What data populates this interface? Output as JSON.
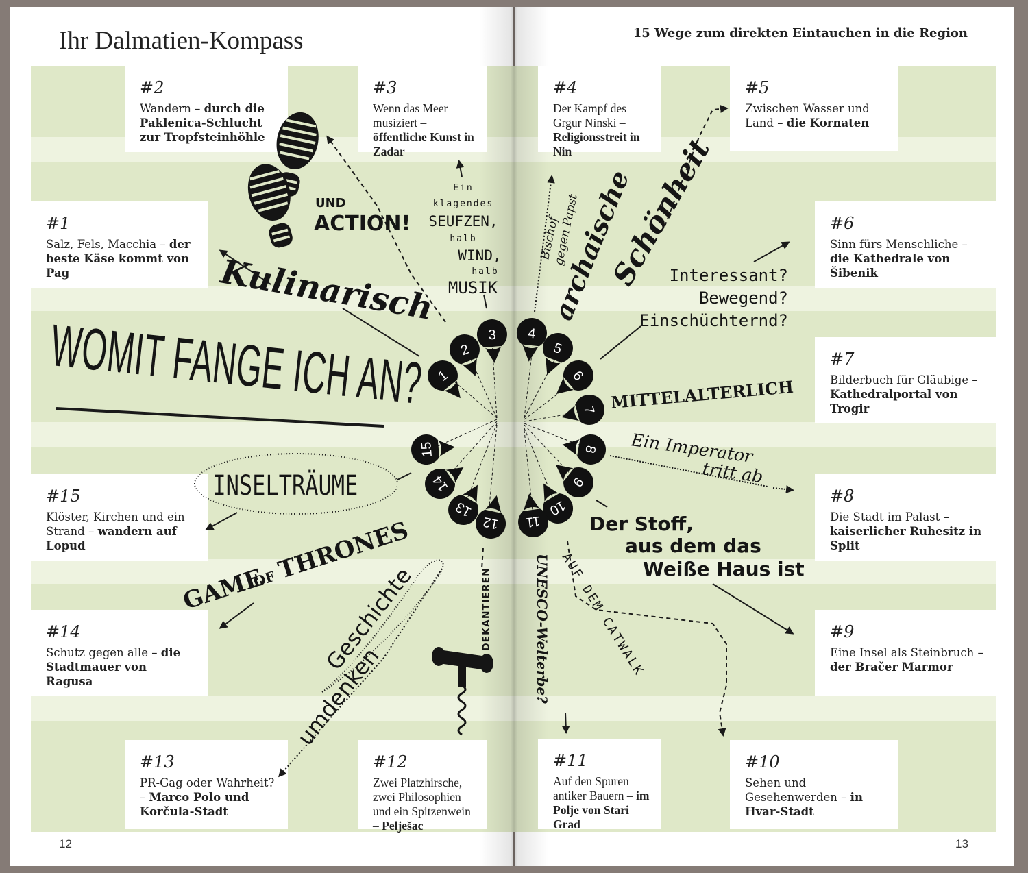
{
  "header": {
    "title": "Ihr Dalmatien-Kompass",
    "subtitle": "15 Wege zum direkten Eintauchen in die Region"
  },
  "page_numbers": {
    "left": "12",
    "right": "13"
  },
  "cards": [
    {
      "id": "1",
      "num": "#1",
      "plain": "Salz, Fels, Macchia –",
      "bold": "der beste Käse kommt von Pag"
    },
    {
      "id": "2",
      "num": "#2",
      "plain": "Wandern –",
      "bold": "durch die Paklenica-Schlucht zur Tropfsteinhöhle"
    },
    {
      "id": "3",
      "num": "#3",
      "plain": "Wenn das Meer musiziert –",
      "bold": "öffentliche Kunst in Zadar"
    },
    {
      "id": "4",
      "num": "#4",
      "plain": "Der Kampf des Grgur Ninski –",
      "bold": "Religionsstreit in Nin"
    },
    {
      "id": "5",
      "num": "#5",
      "plain": "Zwischen Wasser und Land –",
      "bold": "die Kornaten"
    },
    {
      "id": "6",
      "num": "#6",
      "plain": "Sinn fürs Menschliche –",
      "bold": "die Kathedrale von Šibenik"
    },
    {
      "id": "7",
      "num": "#7",
      "plain": "Bilderbuch für Gläubige –",
      "bold": "Kathedralportal von Trogir"
    },
    {
      "id": "8",
      "num": "#8",
      "plain": "Die Stadt im Palast –",
      "bold": "kaiserlicher Ruhesitz in Split"
    },
    {
      "id": "9",
      "num": "#9",
      "plain": "Eine Insel als Steinbruch –",
      "bold": "der Bračer Marmor"
    },
    {
      "id": "10",
      "num": "#10",
      "plain": "Sehen und Gesehenwerden –",
      "bold": "in Hvar-Stadt"
    },
    {
      "id": "11",
      "num": "#11",
      "plain": "Auf den Spuren antiker Bauern –",
      "bold": "im Polje von Stari Grad"
    },
    {
      "id": "12",
      "num": "#12",
      "plain": "Zwei Platzhirsche, zwei Philosophien und ein Spitzenwein –",
      "bold": "Pelješac"
    },
    {
      "id": "13",
      "num": "#13",
      "plain": "PR-Gag oder Wahrheit? –",
      "bold": "Marco Polo und Korčula-Stadt"
    },
    {
      "id": "14",
      "num": "#14",
      "plain": "Schutz gegen alle –",
      "bold": "die Stadtmauer von Ragusa"
    },
    {
      "id": "15",
      "num": "#15",
      "plain": "Klöster, Kirchen und ein Strand –",
      "bold": "wandern auf Lopud"
    }
  ],
  "headline": "WOMIT FANGE ICH AN?",
  "labels": {
    "kulinarisch": "Kulinarisch",
    "und": "UND",
    "action": "ACTION!",
    "ein": "Ein",
    "klagendes": "klagendes",
    "seufzen": "SEUFZEN,",
    "halb1": "halb",
    "wind": "WIND,",
    "halb2": "halb",
    "musik": "MUSIK",
    "bischof1": "Bischof",
    "bischof2": "gegen Papst",
    "archaische": "archaische",
    "schoenheit": "Schönheit",
    "interessant": "Interessant?",
    "bewegend": "Bewegend?",
    "einschuechternd": "Einschüchternd?",
    "mittelalterlich": "MITTELALTERLICH",
    "imperator1": "Ein Imperator",
    "imperator2": "tritt ab",
    "stoff1": "Der Stoff,",
    "stoff2": "aus dem das",
    "stoff3": "Weiße Haus ist",
    "catwalk": "AUF DEM CATWALK",
    "unesco": "UNESCO-Welterbe?",
    "dekantieren": "DEKANTIEREN",
    "geschichte": "Geschichte",
    "umdenken": "umdenken",
    "game": "GAME",
    "of": "OF",
    "thrones": "THRONES",
    "inseltraeume": "INSELTRÄUME"
  },
  "pins": [
    "1",
    "2",
    "3",
    "4",
    "5",
    "6",
    "7",
    "8",
    "9",
    "10",
    "11",
    "12",
    "13",
    "14",
    "15"
  ]
}
